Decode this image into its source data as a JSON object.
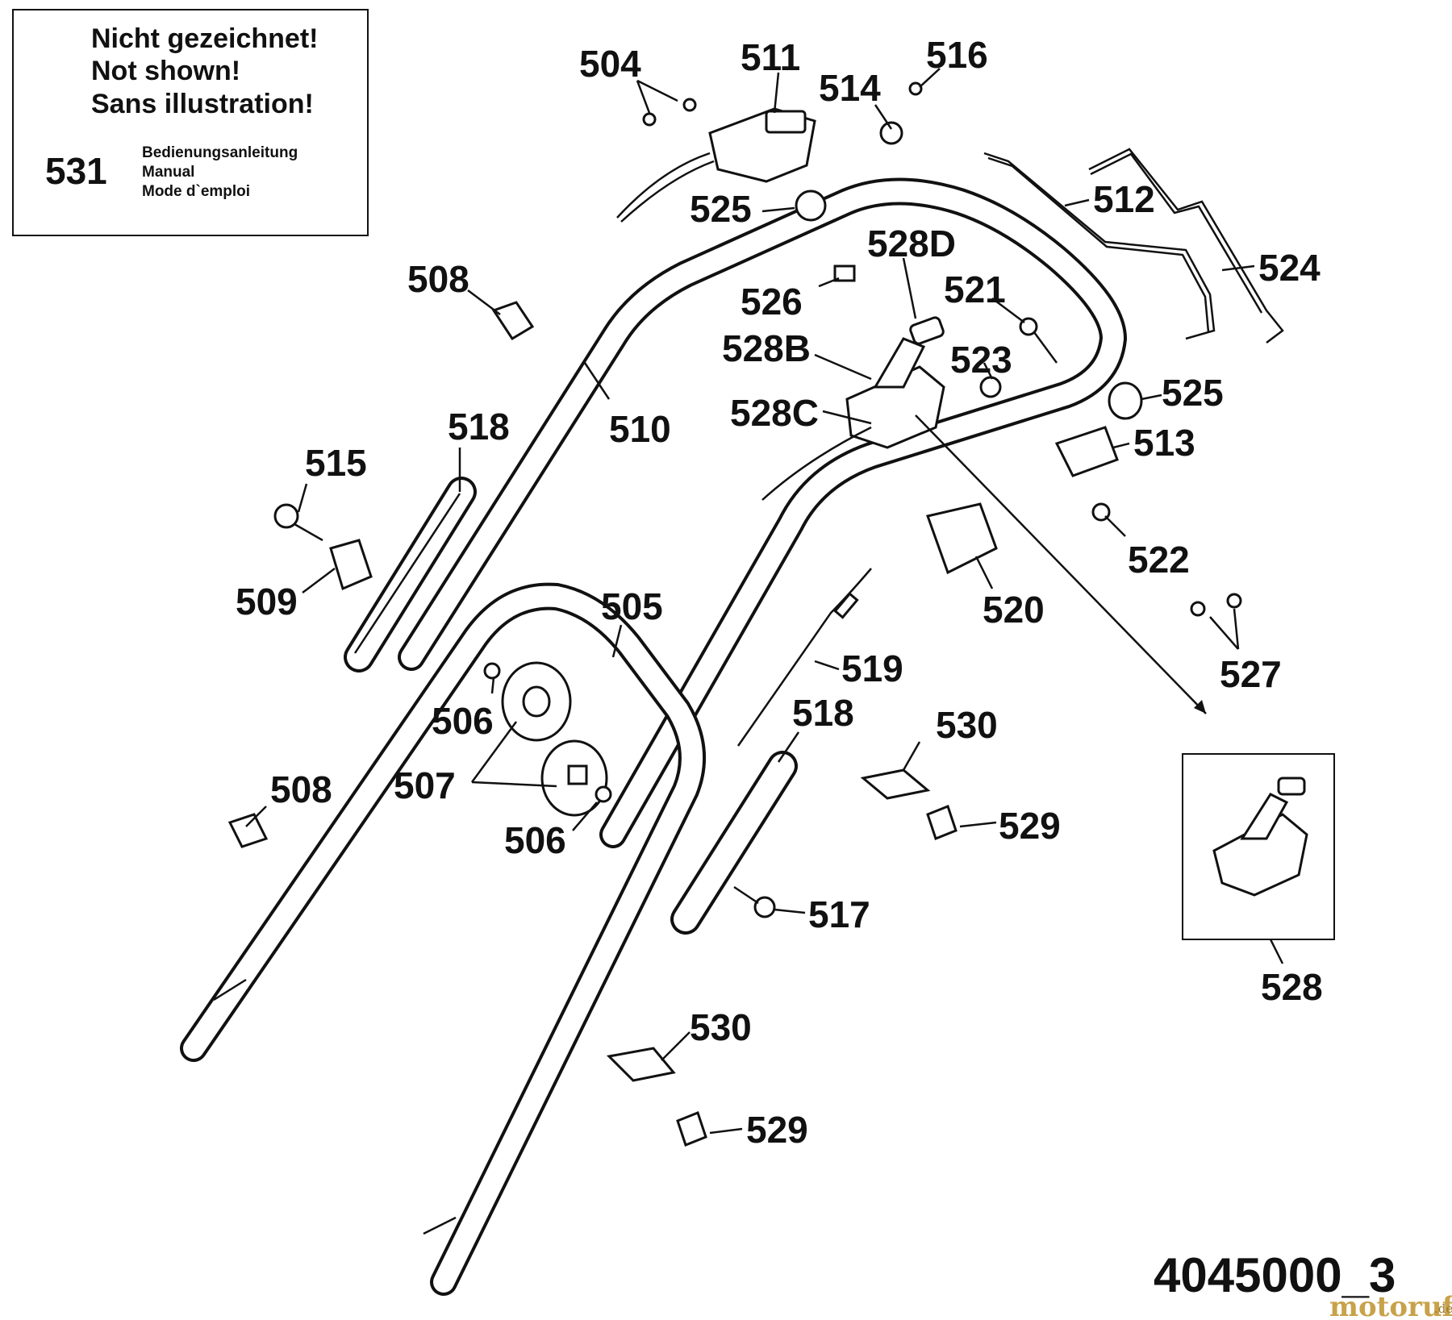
{
  "notice_box": {
    "lines": [
      "Nicht gezeichnet!",
      "Not shown!",
      "Sans illustration!"
    ],
    "part_number": "531",
    "descriptions": [
      "Bedienungsanleitung",
      "Manual",
      "Mode d`emploi"
    ]
  },
  "part_labels": {
    "p504": "504",
    "p511": "511",
    "p516": "516",
    "p514": "514",
    "p525a": "525",
    "p512": "512",
    "p524": "524",
    "p528d": "528D",
    "p508a": "508",
    "p526": "526",
    "p521": "521",
    "p528b": "528B",
    "p523": "523",
    "p510": "510",
    "p528c": "528C",
    "p525b": "525",
    "p513": "513",
    "p518a": "518",
    "p515": "515",
    "p522": "522",
    "p509": "509",
    "p520": "520",
    "p505": "505",
    "p527": "527",
    "p519": "519",
    "p506a": "506",
    "p518b": "518",
    "p530a": "530",
    "p507": "507",
    "p508b": "508",
    "p529a": "529",
    "p506b": "506",
    "p517": "517",
    "p528": "528",
    "p530b": "530",
    "p529b": "529"
  },
  "drawing_number": "4045000_3",
  "watermark": {
    "text": "motoruf",
    "suffix": ".de"
  }
}
